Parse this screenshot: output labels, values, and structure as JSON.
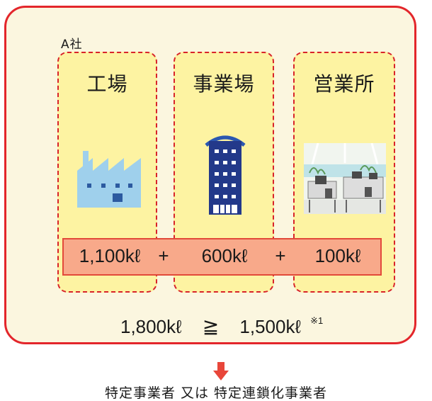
{
  "company": {
    "label": "A社"
  },
  "sites": [
    {
      "name": "工場",
      "amount": "1,100kℓ",
      "icon": "factory-icon"
    },
    {
      "name": "事業場",
      "amount": "600kℓ",
      "icon": "office-building-icon"
    },
    {
      "name": "営業所",
      "amount": "100kℓ",
      "icon": "office-interior-icon"
    }
  ],
  "operators": [
    "+",
    "+"
  ],
  "comparison": {
    "total": "1,800kℓ",
    "sign": "≧",
    "threshold": "1,500kℓ",
    "note_mark": "※1"
  },
  "result": "特定事業者 又は 特定連鎖化事業者",
  "colors": {
    "frame_red": "#e3262b",
    "site_fill": "#fdf3a2",
    "bar_fill": "#f8a98a",
    "arrow": "#e8463a",
    "factory_blue": "#9fd0ec",
    "building_navy": "#23398a"
  }
}
